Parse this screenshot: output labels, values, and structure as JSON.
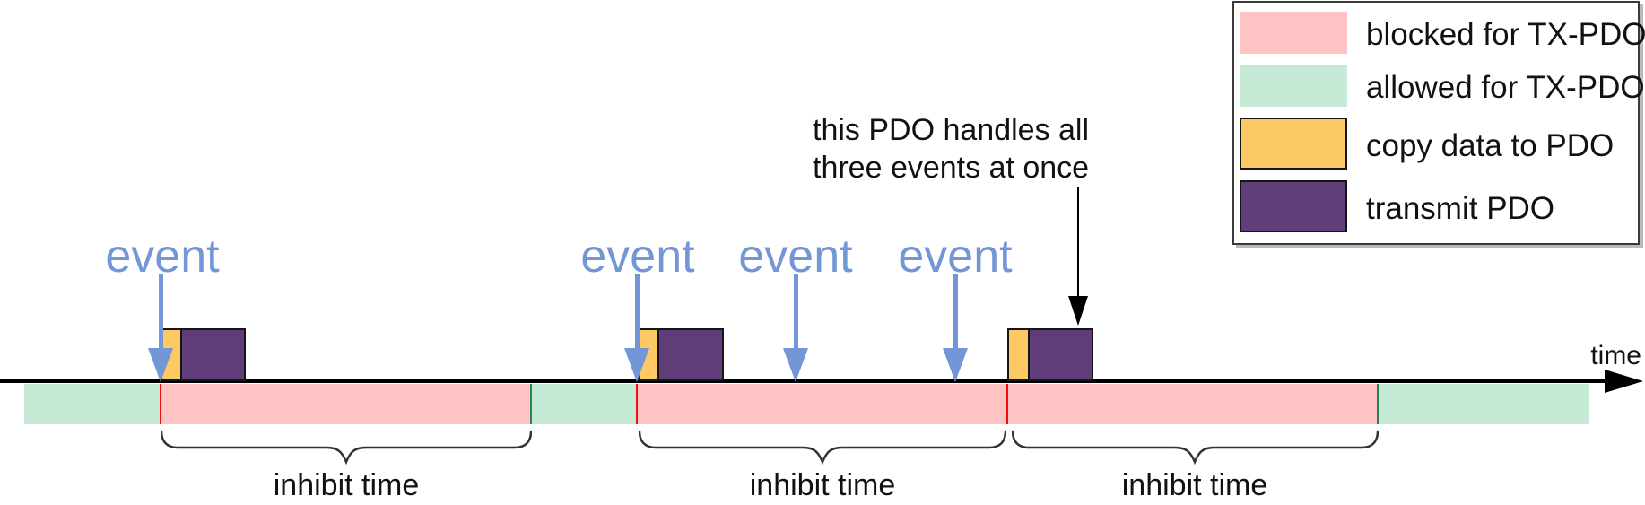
{
  "legend": {
    "items": [
      {
        "label": "blocked for TX-PDO",
        "color": "#FFC3C3"
      },
      {
        "label": "allowed for TX-PDO",
        "color": "#C6EAD5"
      },
      {
        "label": "copy data to PDO",
        "color": "#FDC964"
      },
      {
        "label": "transmit PDO",
        "color": "#5E3D78"
      }
    ]
  },
  "events": {
    "labels": [
      "event",
      "event",
      "event",
      "event"
    ]
  },
  "annotation": {
    "line1": "this PDO handles all",
    "line2": "three events at once"
  },
  "inhibit": {
    "labels": [
      "inhibit time",
      "inhibit time",
      "inhibit time"
    ]
  },
  "axis": {
    "label": "time"
  },
  "colors": {
    "blocked": "#FFC3C3",
    "allowed": "#C6EAD5",
    "copy_data": "#FDC964",
    "transmit": "#5E3D78",
    "event_blue": "#7397D6",
    "event_marker_red": "#EE1010",
    "allowed_marker_green": "#2A8552"
  }
}
